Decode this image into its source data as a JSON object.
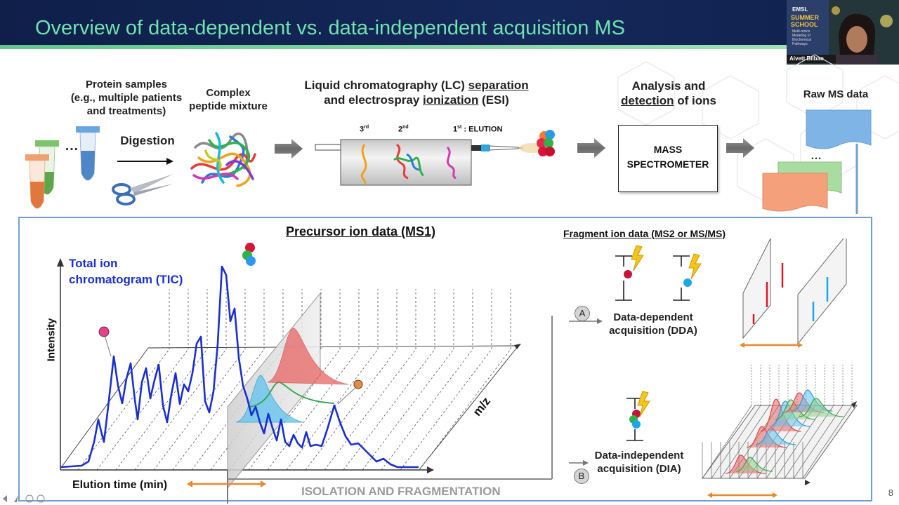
{
  "title": "Overview of data-dependent vs. data-independent acquisition MS",
  "webcam": {
    "brand": "EMSL",
    "summer": "SUMMER",
    "school": "SCHOOL",
    "course": [
      "Multi-omics",
      "Modeling of",
      "Biochemical",
      "Pathways"
    ],
    "presenter": "Aivett Bilbao"
  },
  "workflow": {
    "protein_samples": [
      "Protein samples",
      "(e.g., multiple patients",
      "and treatments)"
    ],
    "ellipsis": "…",
    "digestion": "Digestion",
    "complex": [
      "Complex",
      "peptide mixture"
    ],
    "lc": {
      "line1_a": "Liquid chromatography (LC) ",
      "line1_b": "separation",
      "line2_a": "and electrospray ",
      "line2_b": "ionization",
      "line2_c": " (ESI)"
    },
    "order_labels": {
      "third": "3",
      "third_sup": "rd",
      "second": "2",
      "second_sup": "nd",
      "first": "1",
      "first_sup": "st",
      "elution": " : ELUTION"
    },
    "analysis": {
      "line1": "Analysis and",
      "line2_a": "detection",
      "line2_b": " of ions"
    },
    "ms_box": [
      "MASS",
      "SPECTROMETER"
    ],
    "raw": "Raw MS data"
  },
  "precursor": {
    "title": "Precursor ion data (MS1)",
    "tic": [
      "Total ion",
      "chromatogram (TIC)"
    ],
    "ylabel": "Intensity",
    "xlabel": "Elution time (min)",
    "mz": "m/z",
    "isolation": "ISOLATION AND FRAGMENTATION"
  },
  "fragment": {
    "title": "Fragment ion data (MS2 or MS/MS)",
    "a_badge": "A",
    "a_label": [
      "Data-dependent",
      "acquisition (DDA)"
    ],
    "b_badge": "B",
    "b_label": [
      "Data-independent",
      "acquisition (DIA)"
    ]
  },
  "slide_number": "8",
  "colors": {
    "title_text": "#6fe3b0",
    "title_bar": "#12234f",
    "tic": "#1a2fd0",
    "box_border": "#6f9fd0",
    "arrow_orange": "#e8892b",
    "peak_red": "#e85a5a",
    "peak_blue": "#3fb6e8",
    "peak_green": "#3aa34a"
  }
}
